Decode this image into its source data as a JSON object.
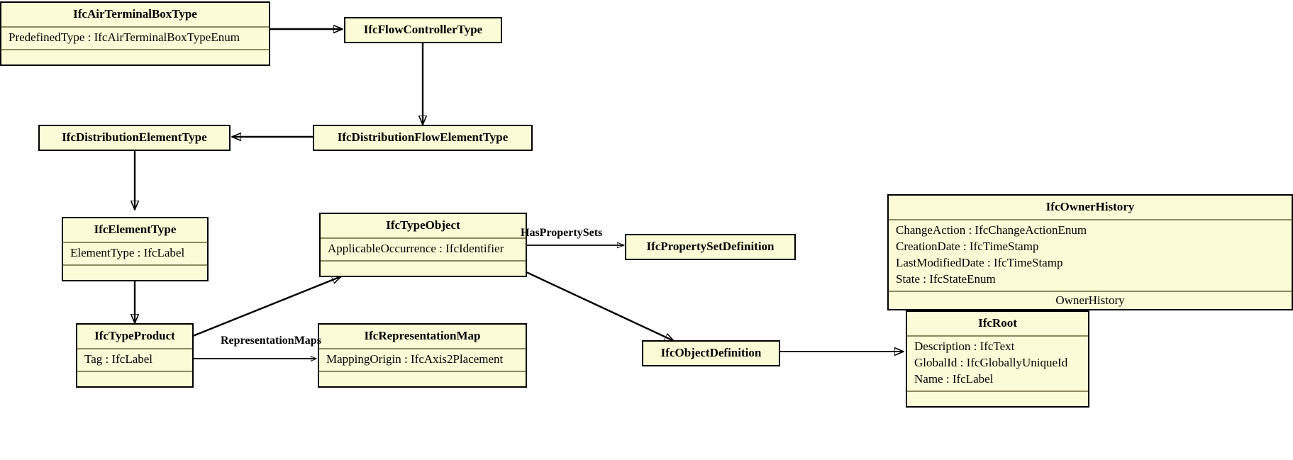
{
  "diagram": {
    "kind": "uml-class-diagram",
    "title": "IfcAirTerminalBoxType inheritance diagram",
    "background": "#ffffff",
    "class_fill": "#fcfbd7",
    "class_border": "#000000",
    "separator_color": "#8d8a5c",
    "edge_color": "#000000"
  },
  "classes": [
    {
      "id": "IfcAirTerminalBoxType",
      "name": "IfcAirTerminalBoxType",
      "attributes": [
        "PredefinedType : IfcAirTerminalBoxTypeEnum"
      ],
      "footer": "",
      "has_footer": true
    },
    {
      "id": "IfcFlowControllerType",
      "name": "IfcFlowControllerType",
      "attributes": [],
      "footer": "",
      "has_footer": false
    },
    {
      "id": "IfcDistributionElementType",
      "name": "IfcDistributionElementType",
      "attributes": [],
      "footer": "",
      "has_footer": false
    },
    {
      "id": "IfcDistributionFlowElementType",
      "name": "IfcDistributionFlowElementType",
      "attributes": [],
      "footer": "",
      "has_footer": false
    },
    {
      "id": "IfcElementType",
      "name": "IfcElementType",
      "attributes": [
        "ElementType : IfcLabel"
      ],
      "footer": "",
      "has_footer": true
    },
    {
      "id": "IfcTypeObject",
      "name": "IfcTypeObject",
      "attributes": [
        "ApplicableOccurrence : IfcIdentifier"
      ],
      "footer": "",
      "has_footer": true
    },
    {
      "id": "IfcPropertySetDefinition",
      "name": "IfcPropertySetDefinition",
      "attributes": [],
      "footer": "",
      "has_footer": false
    },
    {
      "id": "IfcOwnerHistory",
      "name": "IfcOwnerHistory",
      "attributes": [
        "ChangeAction : IfcChangeActionEnum",
        "CreationDate : IfcTimeStamp",
        "LastModifiedDate : IfcTimeStamp",
        "State : IfcStateEnum"
      ],
      "footer": "OwnerHistory",
      "has_footer": true
    },
    {
      "id": "IfcTypeProduct",
      "name": "IfcTypeProduct",
      "attributes": [
        "Tag : IfcLabel"
      ],
      "footer": "",
      "has_footer": true
    },
    {
      "id": "IfcRepresentationMap",
      "name": "IfcRepresentationMap",
      "attributes": [
        "MappingOrigin : IfcAxis2Placement"
      ],
      "footer": "",
      "has_footer": true
    },
    {
      "id": "IfcObjectDefinition",
      "name": "IfcObjectDefinition",
      "attributes": [],
      "footer": "",
      "has_footer": false
    },
    {
      "id": "IfcRoot",
      "name": "IfcRoot",
      "attributes": [
        "Description : IfcText",
        "GlobalId : IfcGloballyUniqueId",
        "Name : IfcLabel"
      ],
      "footer": "",
      "has_footer": true
    }
  ],
  "edges": [
    {
      "id": "airterminal-to-flowcontroller",
      "from": "IfcAirTerminalBoxType",
      "to": "IfcFlowControllerType",
      "label": "",
      "arrow": "generalization"
    },
    {
      "id": "flowcontroller-to-distributionflowelement",
      "from": "IfcFlowControllerType",
      "to": "IfcDistributionFlowElementType",
      "label": "",
      "arrow": "generalization"
    },
    {
      "id": "distributionflowelement-to-distributionelement",
      "from": "IfcDistributionFlowElementType",
      "to": "IfcDistributionElementType",
      "label": "",
      "arrow": "generalization"
    },
    {
      "id": "distributionelement-to-elementtype",
      "from": "IfcDistributionElementType",
      "to": "IfcElementType",
      "label": "",
      "arrow": "generalization"
    },
    {
      "id": "elementtype-to-typeproduct",
      "from": "IfcElementType",
      "to": "IfcTypeProduct",
      "label": "",
      "arrow": "generalization"
    },
    {
      "id": "typeproduct-to-typeobject",
      "from": "IfcTypeProduct",
      "to": "IfcTypeObject",
      "label": "",
      "arrow": "generalization"
    },
    {
      "id": "typeobject-to-propertysetdefinition",
      "from": "IfcTypeObject",
      "to": "IfcPropertySetDefinition",
      "label": "HasPropertySets",
      "arrow": "association"
    },
    {
      "id": "typeproduct-to-representationmap",
      "from": "IfcTypeProduct",
      "to": "IfcRepresentationMap",
      "label": "RepresentationMaps",
      "arrow": "association"
    },
    {
      "id": "typeobject-to-objectdefinition",
      "from": "IfcTypeObject",
      "to": "IfcObjectDefinition",
      "label": "",
      "arrow": "generalization"
    },
    {
      "id": "objectdefinition-to-root",
      "from": "IfcObjectDefinition",
      "to": "IfcRoot",
      "label": "",
      "arrow": "generalization"
    },
    {
      "id": "root-to-ownerhistory",
      "from": "IfcRoot",
      "to": "IfcOwnerHistory",
      "label": "",
      "arrow": "association"
    }
  ],
  "edge_labels": {
    "has_property_sets": "HasPropertySets",
    "representation_maps": "RepresentationMaps"
  }
}
